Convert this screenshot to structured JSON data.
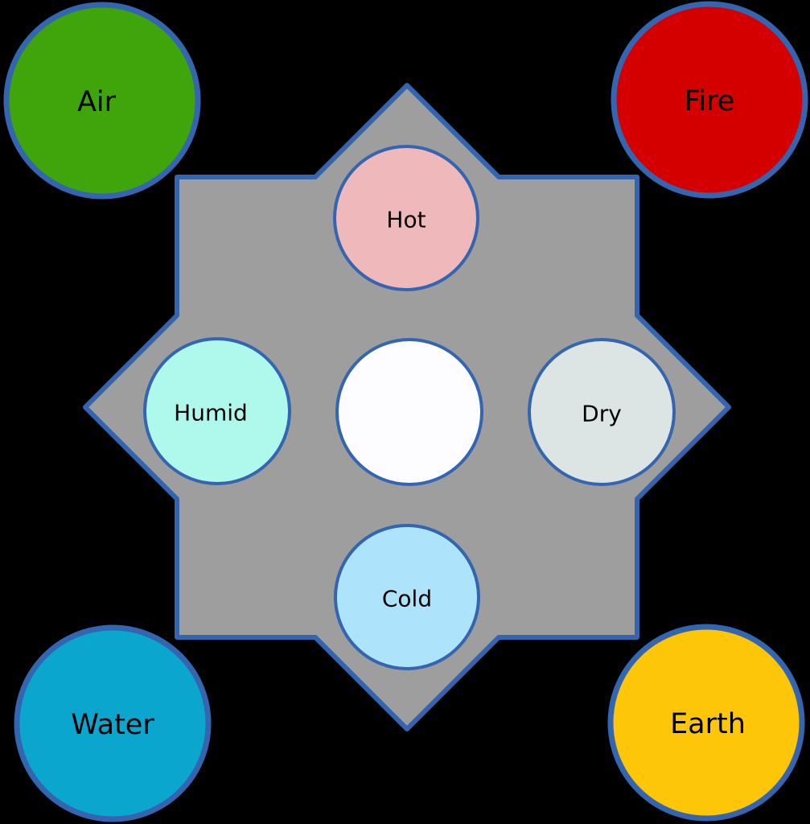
{
  "diagram": {
    "background": "#000000",
    "border_color": "#3465b0",
    "star": {
      "fill": "#9e9e9e",
      "stroke": "#3465b0"
    },
    "elements": {
      "air": {
        "label": "Air",
        "color": "#3fa50a",
        "position": "top-left"
      },
      "fire": {
        "label": "Fire",
        "color": "#d40000",
        "position": "top-right"
      },
      "water": {
        "label": "Water",
        "color": "#0ba6cd",
        "position": "bottom-left"
      },
      "earth": {
        "label": "Earth",
        "color": "#fdc608",
        "position": "bottom-right"
      }
    },
    "qualities": {
      "hot": {
        "label": "Hot",
        "color": "#efb8bb",
        "position": "top"
      },
      "humid": {
        "label": "Humid",
        "color": "#aef8ec",
        "position": "left"
      },
      "center": {
        "label": "",
        "color": "#fdfdff",
        "position": "center"
      },
      "dry": {
        "label": "Dry",
        "color": "#dde5e4",
        "position": "right"
      },
      "cold": {
        "label": "Cold",
        "color": "#aee4fb",
        "position": "bottom"
      }
    }
  }
}
